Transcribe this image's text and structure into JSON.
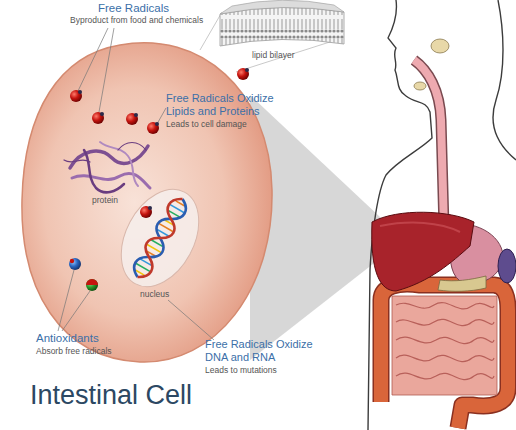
{
  "diagram": {
    "title": "Intestinal Cell",
    "nodes": [
      {
        "text": [
          "lipid bilayer"
        ]
      },
      {
        "text": [
          "nucleus"
        ]
      }
    ],
    "labels": [
      "Free Radicals",
      "Byproduct from food and chemicals",
      "Free Radicals Oxidize Lipids and Proteins",
      "Leads to cell damage",
      "protein",
      "Antioxidants",
      "Absorb free radicals",
      "Free Radicals Oxidize DNA and RNA",
      "Leads to mutations"
    ]
  }
}
